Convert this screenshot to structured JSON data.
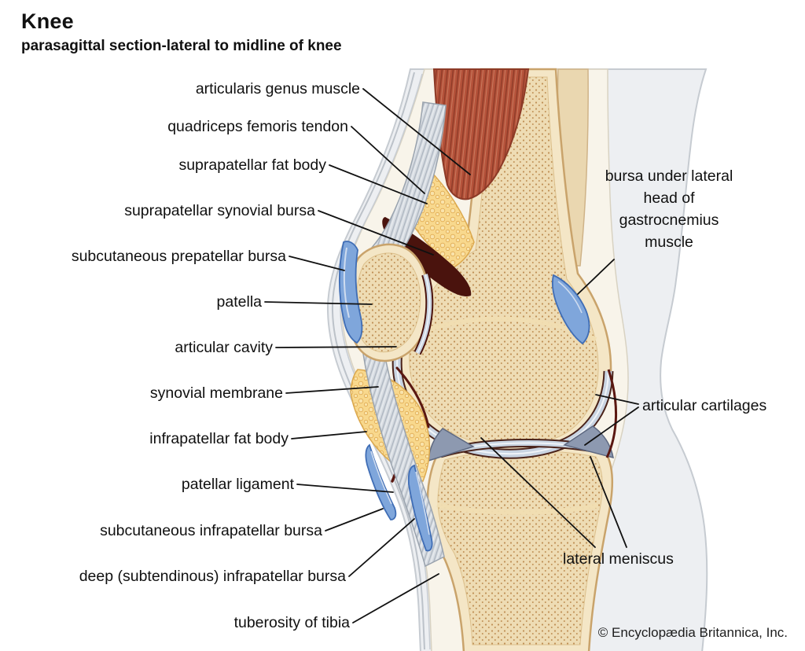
{
  "header": {
    "title": "Knee",
    "subtitle": "parasagittal section-lateral to midline of knee"
  },
  "labels": {
    "left": [
      {
        "text": "articularis genus muscle"
      },
      {
        "text": "quadriceps femoris tendon"
      },
      {
        "text": "suprapatellar fat body"
      },
      {
        "text": "suprapatellar synovial bursa"
      },
      {
        "text": "subcutaneous prepatellar bursa"
      },
      {
        "text": "patella"
      },
      {
        "text": "articular cavity"
      },
      {
        "text": "synovial membrane"
      },
      {
        "text": "infrapatellar fat body"
      },
      {
        "text": "patellar ligament"
      },
      {
        "text": "subcutaneous infrapatellar bursa"
      },
      {
        "text": "deep (subtendinous) infrapatellar bursa"
      },
      {
        "text": "tuberosity of tibia"
      }
    ],
    "right": [
      {
        "text": "bursa under lateral head of gastrocnemius muscle"
      },
      {
        "text": "articular cartilages"
      },
      {
        "text": "lateral meniscus"
      }
    ]
  },
  "credit": "© Encyclopædia Britannica, Inc.",
  "illustration": {
    "structures": [
      "leg-silhouette",
      "section-cut",
      "femur",
      "patella",
      "tibia",
      "articularis-genus-and-quadriceps-muscle",
      "quadriceps-tendon",
      "patellar-ligament",
      "suprapatellar-fat-body",
      "infrapatellar-fat-body",
      "suprapatellar-synovial-bursa",
      "subcutaneous-prepatellar-bursa",
      "subcutaneous-infrapatellar-bursa",
      "deep-infrapatellar-bursa",
      "gastrocnemius-bursa",
      "articular-cartilage",
      "lateral-meniscus",
      "synovial-membrane",
      "articular-cavity"
    ],
    "colors": {
      "skin_silhouette": "#edeff2",
      "section_background": "#f8f4ea",
      "bone": "#f4e6c6",
      "bone_speckle": "#c09056",
      "muscle": "#b5523a",
      "fat": "#f8d88d",
      "bursa": "#7fa6db",
      "cartilage": "#c9d4e2",
      "meniscus": "#8d99b0",
      "synovial_dark": "#4a130d",
      "leader_line": "#111111"
    }
  }
}
